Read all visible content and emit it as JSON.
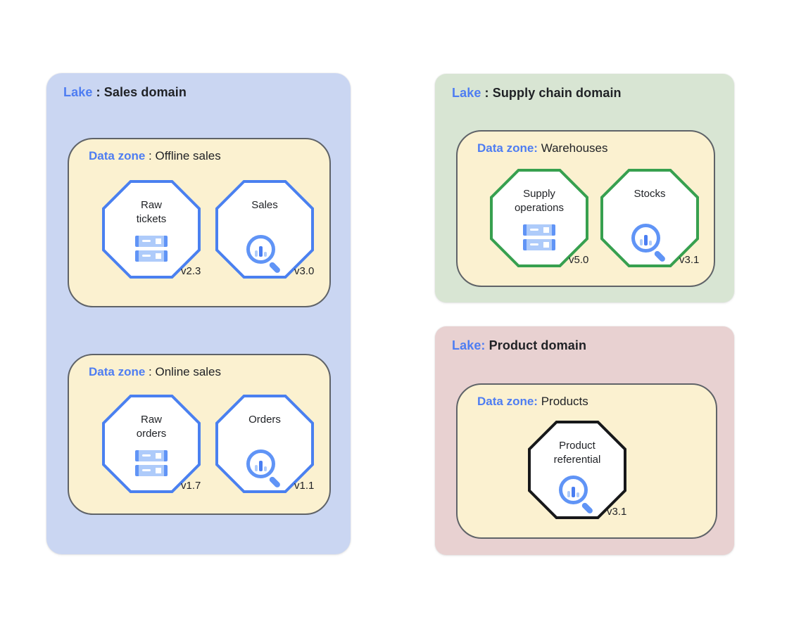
{
  "colors": {
    "lake-sales-bg": "#cad6f2",
    "lake-supply-bg": "#d8e5d3",
    "lake-product-bg": "#e8d1d1",
    "zone-bg": "#fbf1d0",
    "zone-border": "#5f6368",
    "accent-blue": "#4e7df2",
    "text-dark": "#1f2125",
    "oct-blue": "#4a80f0",
    "oct-green": "#37a04f",
    "oct-black": "#17181a",
    "icon-blue-light": "#aecbfa",
    "icon-blue-mid": "#6094f6",
    "icon-blue-dark": "#4a7ef2"
  },
  "lakes": [
    {
      "prefix": "Lake",
      "rest": " : Sales domain",
      "zones": [
        {
          "prefix": "Data zone",
          "rest": " : Offline sales",
          "entities": [
            {
              "name": "Raw tickets",
              "version": "v2.3",
              "icon": "storage-server-icon"
            },
            {
              "name": "Sales",
              "version": "v3.0",
              "icon": "search-analytics-icon"
            }
          ]
        },
        {
          "prefix": "Data zone",
          "rest": " : Online sales",
          "entities": [
            {
              "name": "Raw orders",
              "version": "v1.7",
              "icon": "storage-server-icon"
            },
            {
              "name": "Orders",
              "version": "v1.1",
              "icon": "search-analytics-icon"
            }
          ]
        }
      ]
    },
    {
      "prefix": "Lake",
      "rest": " : Supply chain domain",
      "zones": [
        {
          "prefix": "Data zone:",
          "rest": " Warehouses",
          "entities": [
            {
              "name": "Supply operations",
              "version": "v5.0",
              "icon": "storage-server-icon"
            },
            {
              "name": "Stocks",
              "version": "v3.1",
              "icon": "search-analytics-icon"
            }
          ]
        }
      ]
    },
    {
      "prefix": "Lake:",
      "rest": " Product domain",
      "zones": [
        {
          "prefix": "Data zone:",
          "rest": " Products",
          "entities": [
            {
              "name": "Product referential",
              "version": "v3.1",
              "icon": "search-analytics-icon"
            }
          ]
        }
      ]
    }
  ]
}
